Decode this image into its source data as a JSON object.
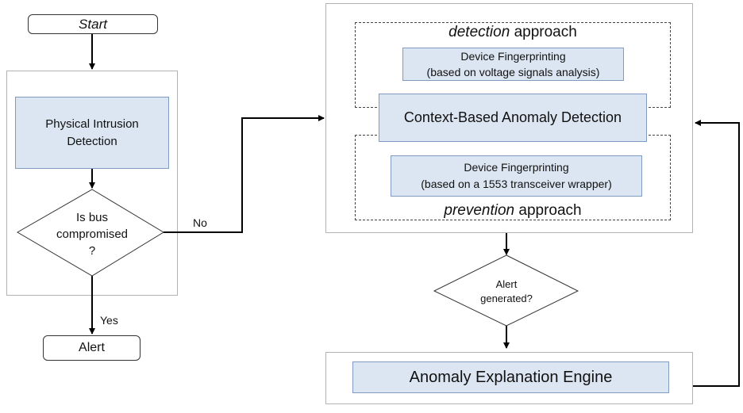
{
  "left_flow": {
    "start": "Start",
    "physical_intrusion": "Physical Intrusion\nDetection",
    "decision": "Is bus\ncompromised\n?",
    "yes": "Yes",
    "no": "No",
    "alert": "Alert"
  },
  "right_flow": {
    "detection_emph": "detection",
    "detection_rest": " approach",
    "fingerprint_voltage": "Device Fingerprinting\n(based on voltage signals analysis)",
    "context_anomaly": "Context-Based Anomaly Detection",
    "fingerprint_transceiver": "Device Fingerprinting\n(based on a 1553 transceiver wrapper)",
    "prevention_emph": "prevention",
    "prevention_rest": " approach",
    "alert_decision": "Alert\ngenerated?",
    "explanation_engine": "Anomaly Explanation Engine"
  }
}
